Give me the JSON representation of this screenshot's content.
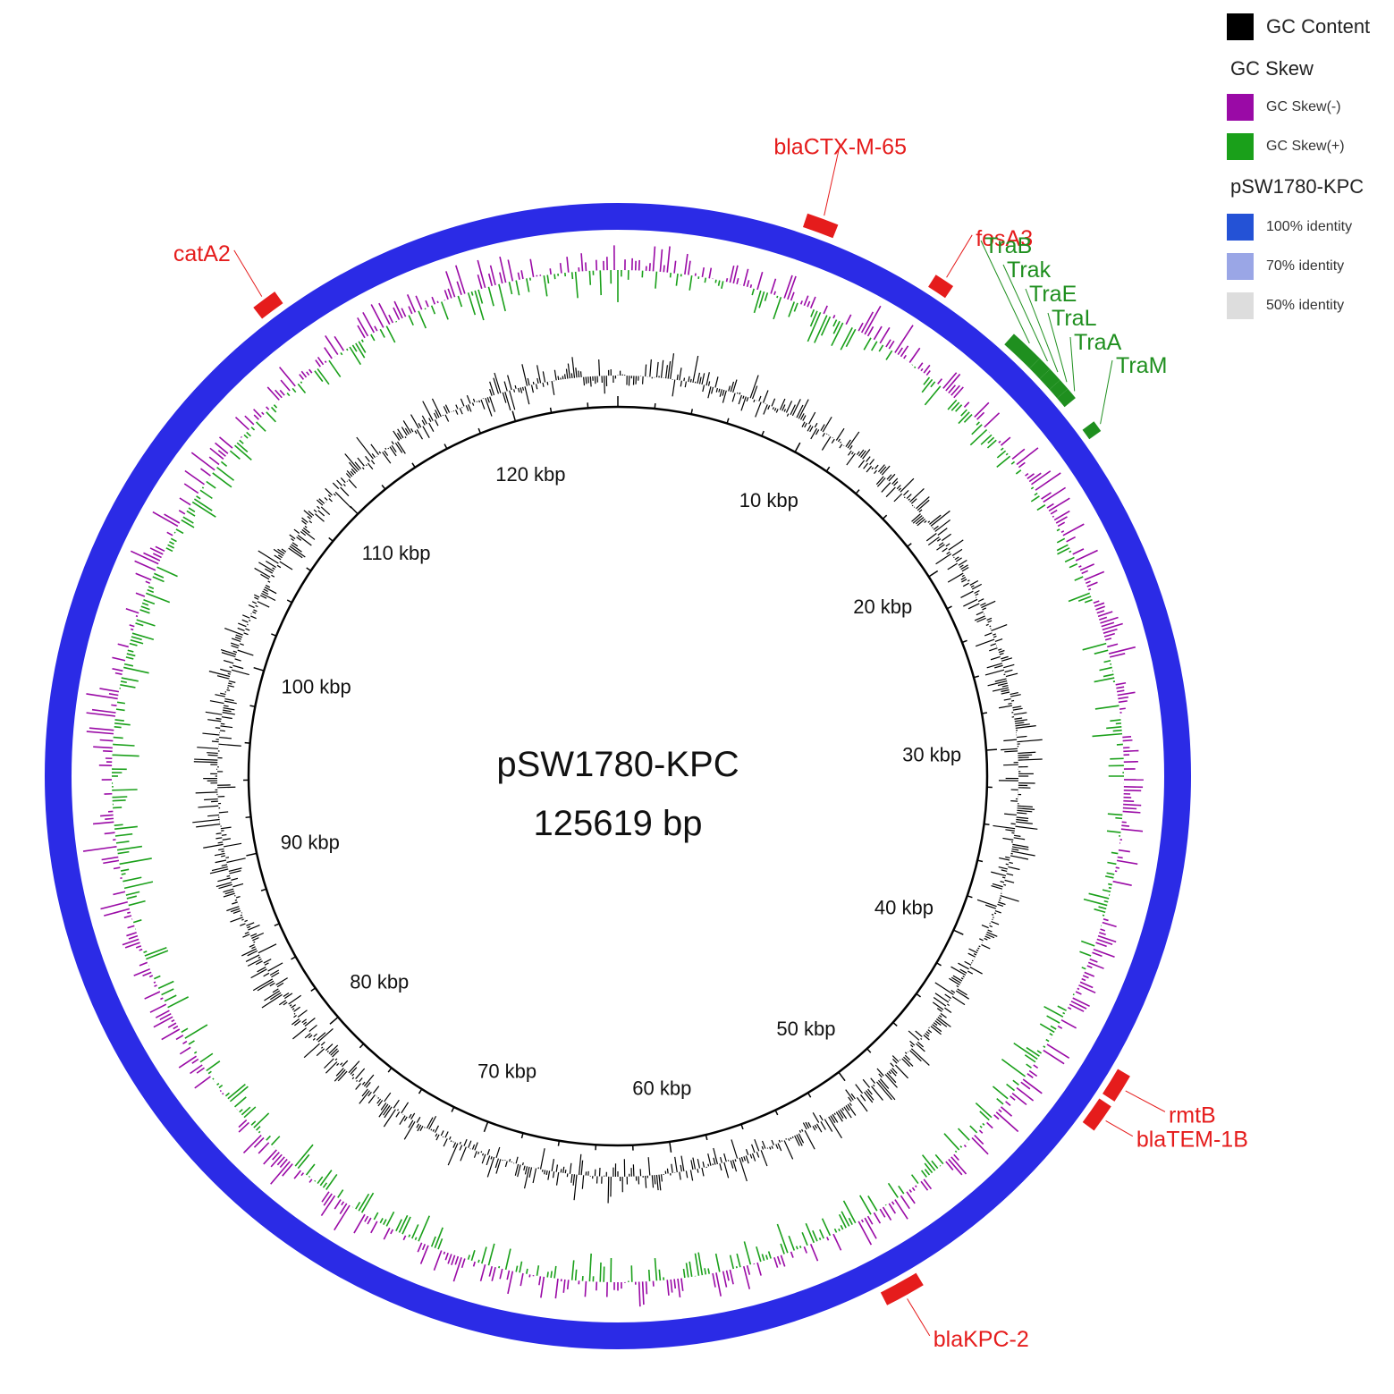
{
  "plasmid": {
    "name": "pSW1780-KPC",
    "length_label": "125619 bp",
    "length_bp": 125619
  },
  "colors": {
    "backbone_ring": "#2b2be6",
    "gc_content": "#000000",
    "gc_skew_neg": "#9a0aa6",
    "gc_skew_pos": "#1aa01a",
    "resistance_gene": "#e51c1c",
    "transfer_gene": "#1f8f1f"
  },
  "legend": {
    "gc_content": {
      "label": "GC Content",
      "color": "#000000"
    },
    "gc_skew_heading": "GC Skew",
    "gc_skew_neg": {
      "label": "GC Skew(-)",
      "color": "#9a0aa6"
    },
    "gc_skew_pos": {
      "label": "GC Skew(+)",
      "color": "#1aa01a"
    },
    "identity_heading": "pSW1780-KPC",
    "identity_100": {
      "label": "100% identity",
      "color": "#2452d6"
    },
    "identity_70": {
      "label": "70% identity",
      "color": "#9aa6e6"
    },
    "identity_50": {
      "label": "50% identity",
      "color": "#dddddd"
    }
  },
  "ruler": {
    "ticks": [
      {
        "kbp": 10,
        "label": "10 kbp"
      },
      {
        "kbp": 20,
        "label": "20 kbp"
      },
      {
        "kbp": 30,
        "label": "30 kbp"
      },
      {
        "kbp": 40,
        "label": "40 kbp"
      },
      {
        "kbp": 50,
        "label": "50 kbp"
      },
      {
        "kbp": 60,
        "label": "60 kbp"
      },
      {
        "kbp": 70,
        "label": "70 kbp"
      },
      {
        "kbp": 80,
        "label": "80 kbp"
      },
      {
        "kbp": 90,
        "label": "90 kbp"
      },
      {
        "kbp": 100,
        "label": "100 kbp"
      },
      {
        "kbp": 110,
        "label": "110 kbp"
      },
      {
        "kbp": 120,
        "label": "120 kbp"
      }
    ]
  },
  "genes": [
    {
      "label": "blaCTX-M-65",
      "start_kbp": 6.5,
      "end_kbp": 7.6,
      "type": "resistance"
    },
    {
      "label": "fosA3",
      "start_kbp": 11.3,
      "end_kbp": 12.0,
      "type": "resistance"
    },
    {
      "label": "TraB",
      "start_kbp": 14.6,
      "end_kbp": 15.8,
      "type": "transfer"
    },
    {
      "label": "Trak",
      "start_kbp": 15.8,
      "end_kbp": 16.3,
      "type": "transfer"
    },
    {
      "label": "TraE",
      "start_kbp": 16.3,
      "end_kbp": 16.8,
      "type": "transfer"
    },
    {
      "label": "TraL",
      "start_kbp": 16.8,
      "end_kbp": 17.2,
      "type": "transfer"
    },
    {
      "label": "TraA",
      "start_kbp": 17.2,
      "end_kbp": 17.6,
      "type": "transfer"
    },
    {
      "label": "TraM",
      "start_kbp": 18.6,
      "end_kbp": 19.0,
      "type": "transfer"
    },
    {
      "label": "rmtB",
      "start_kbp": 42.0,
      "end_kbp": 43.0,
      "type": "resistance"
    },
    {
      "label": "blaTEM-1B",
      "start_kbp": 43.2,
      "end_kbp": 44.2,
      "type": "resistance"
    },
    {
      "label": "blaKPC-2",
      "start_kbp": 52.0,
      "end_kbp": 53.4,
      "type": "resistance"
    },
    {
      "label": "catA2",
      "start_kbp": 112.4,
      "end_kbp": 113.3,
      "type": "resistance"
    }
  ]
}
